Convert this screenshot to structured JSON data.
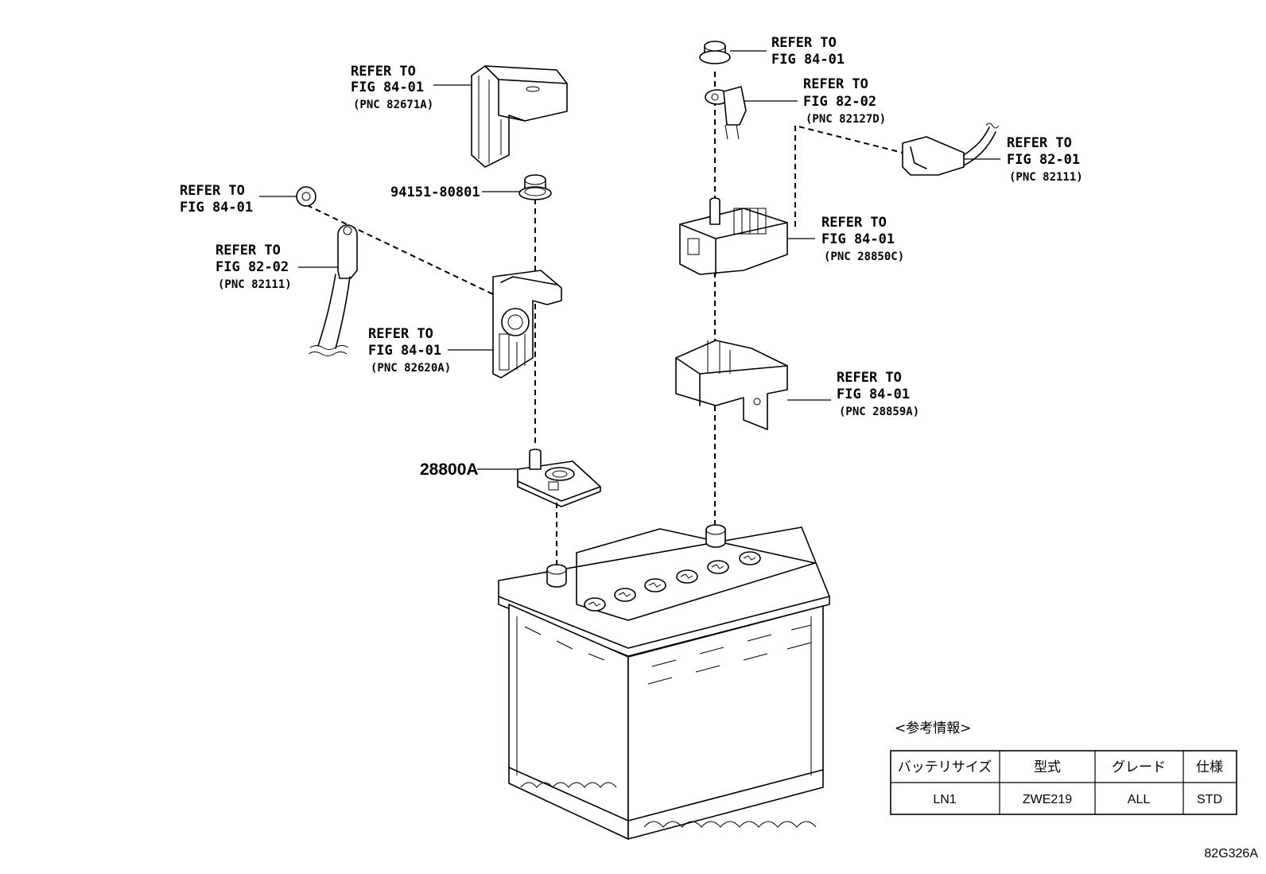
{
  "callouts": {
    "top_center_connector": {
      "line1": "REFER TO",
      "line2": "FIG 84-01",
      "pnc": "(PNC 82671A)"
    },
    "nut_left": {
      "line1": "REFER TO",
      "line2": "FIG 84-01"
    },
    "cable_left": {
      "line1": "REFER TO",
      "line2": "FIG 82-02",
      "pnc": "(PNC 82111)"
    },
    "bolt_part": {
      "part_no": "94151-80801"
    },
    "clamp_left": {
      "line1": "REFER TO",
      "line2": "FIG 84-01",
      "pnc": "(PNC 82620A)"
    },
    "terminal_part": {
      "part_no": "28800A"
    },
    "nut_top_right": {
      "line1": "REFER TO",
      "line2": "FIG 84-01"
    },
    "cable_top_right": {
      "line1": "REFER TO",
      "line2": "FIG 82-02",
      "pnc": "(PNC 82127D)"
    },
    "connector_far_right": {
      "line1": "REFER TO",
      "line2": "FIG 82-01",
      "pnc": "(PNC 82111)"
    },
    "fuse_block": {
      "line1": "REFER TO",
      "line2": "FIG 84-01",
      "pnc": "(PNC 28850C)"
    },
    "bracket": {
      "line1": "REFER TO",
      "line2": "FIG 84-01",
      "pnc": "(PNC 28859A)"
    }
  },
  "reference_table": {
    "title": "<参考情報>",
    "headers": [
      "バッテリサイズ",
      "型式",
      "グレード",
      "仕様"
    ],
    "rows": [
      [
        "LN1",
        "ZWE219",
        "ALL",
        "STD"
      ]
    ]
  },
  "figure_code": "82G326A"
}
